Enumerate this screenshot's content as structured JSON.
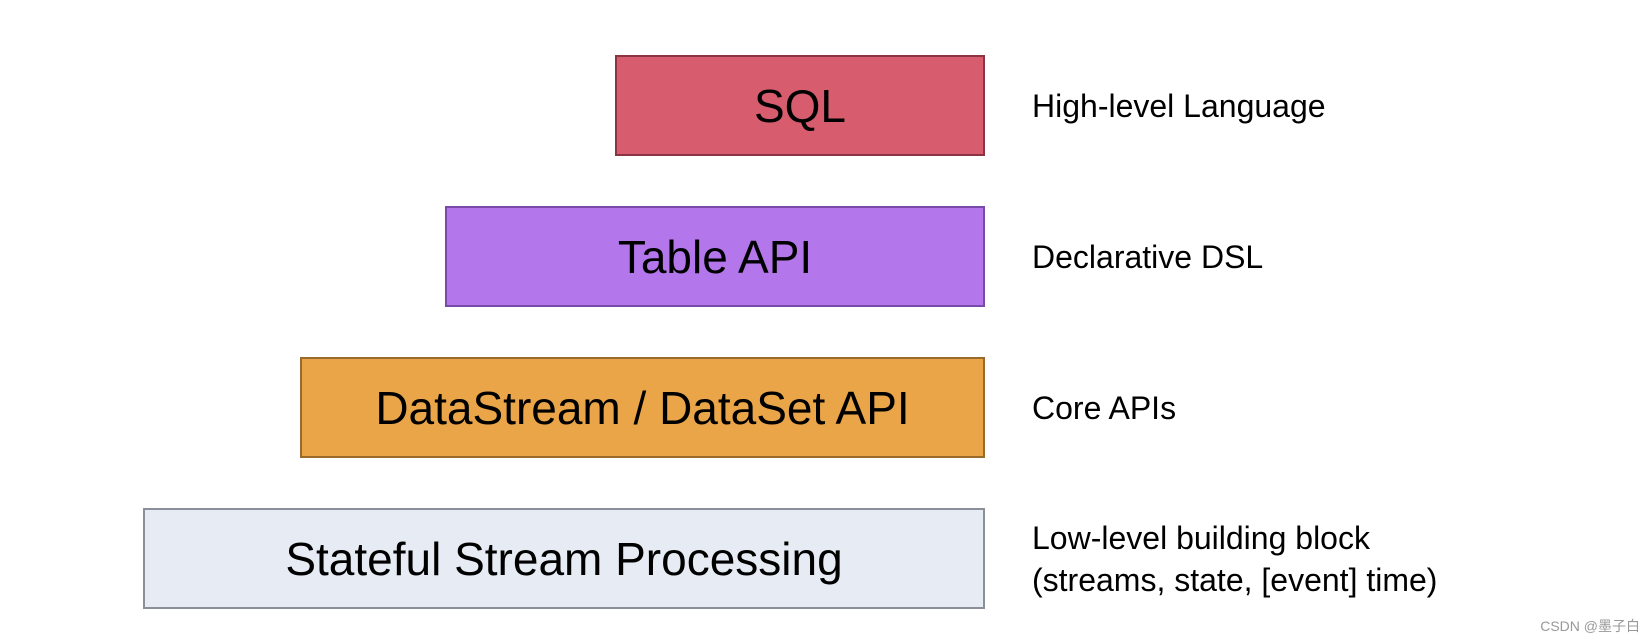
{
  "layers": [
    {
      "label": "SQL",
      "description": [
        "High-level Language"
      ],
      "fill": "#D65C6E",
      "border": "#8A3444"
    },
    {
      "label": "Table API",
      "description": [
        "Declarative DSL"
      ],
      "fill": "#B476EB",
      "border": "#7A4AA8"
    },
    {
      "label": "DataStream / DataSet API",
      "description": [
        "Core APIs"
      ],
      "fill": "#E9A548",
      "border": "#9A6A2A"
    },
    {
      "label": "Stateful Stream Processing",
      "description": [
        "Low-level building block",
        "(streams, state, [event] time)"
      ],
      "fill": "#E6EBF4",
      "border": "#8A8F99"
    }
  ],
  "watermark": "CSDN @墨子白"
}
